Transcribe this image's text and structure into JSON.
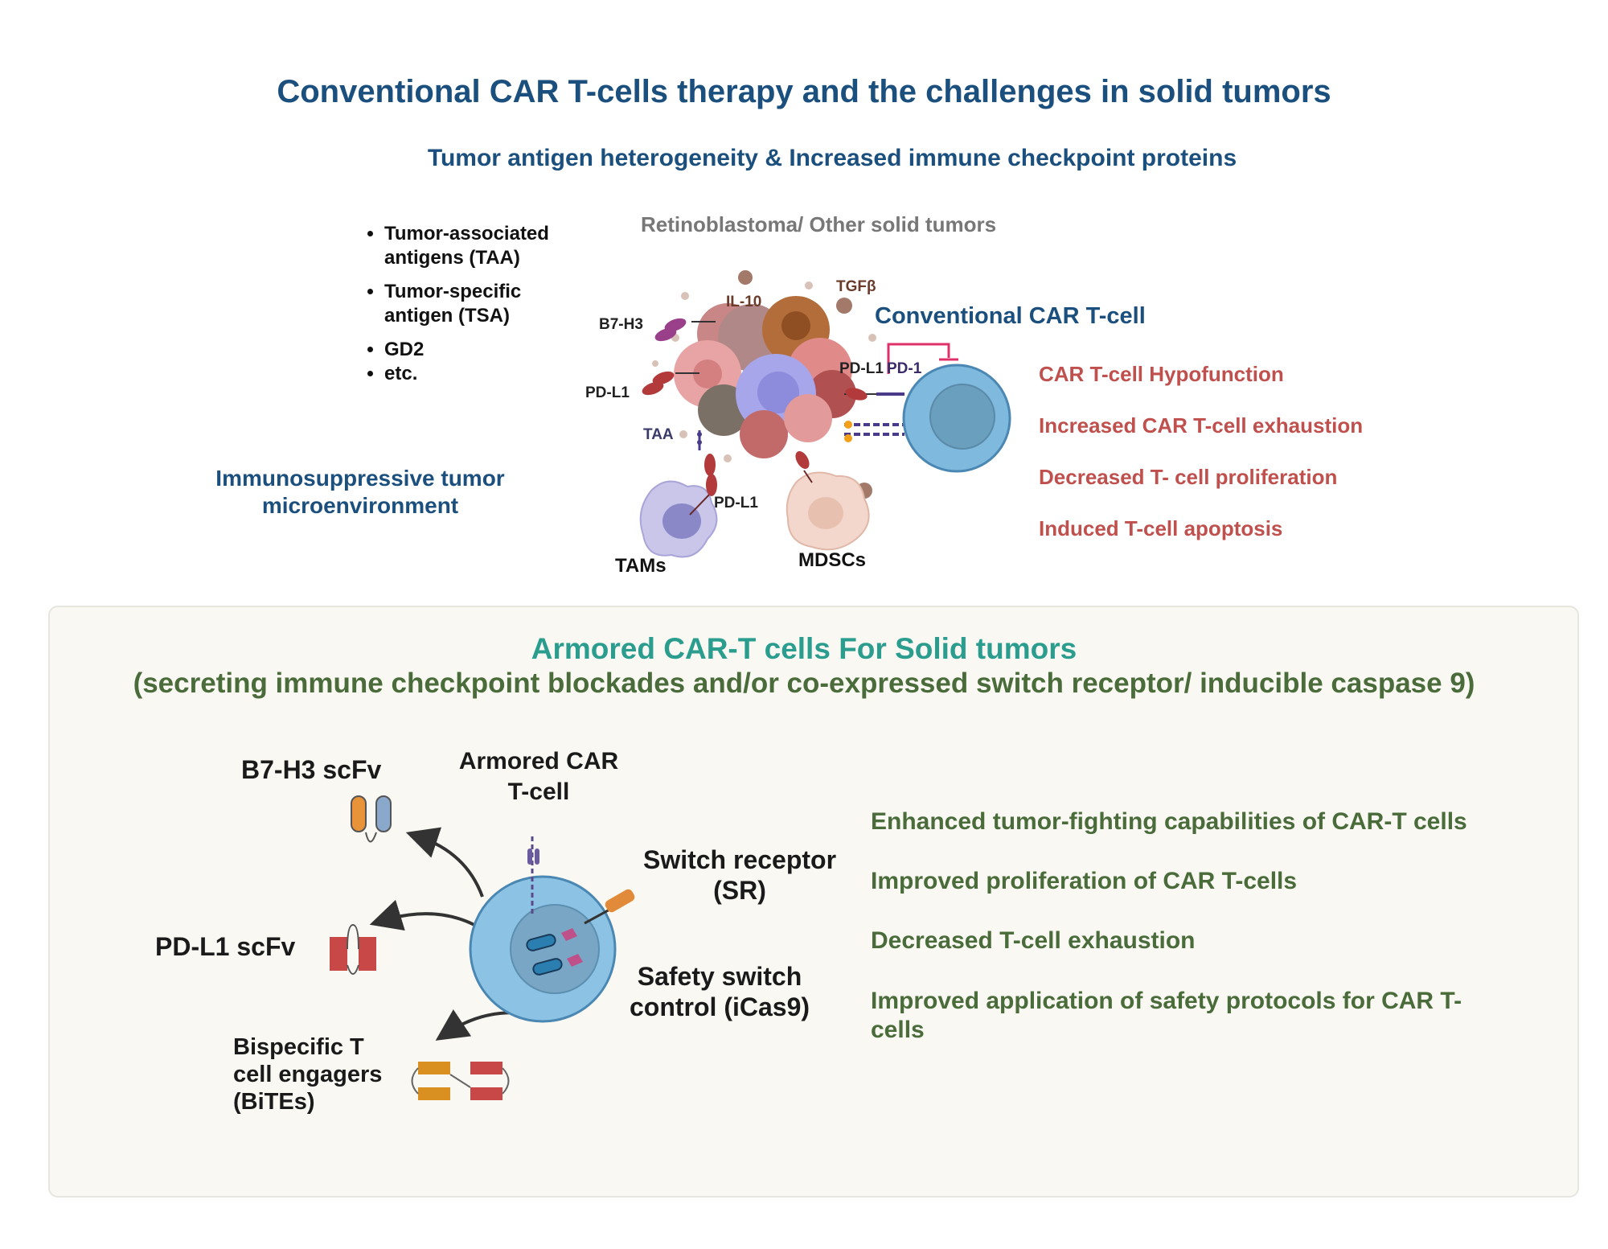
{
  "header": {
    "title": "Conventional CAR T-cells therapy and the challenges in solid tumors",
    "subtitle": "Tumor antigen heterogeneity & Increased immune checkpoint proteins"
  },
  "antigens": {
    "items": [
      "Tumor-associated antigens (TAA)",
      "Tumor-specific antigen (TSA)",
      "GD2",
      "etc."
    ]
  },
  "tumor": {
    "caption": "Retinoblastoma/ Other solid tumors",
    "tme_label": "Immunosuppressive  tumor microenvironment",
    "labels": {
      "b7h3": "B7-H3",
      "il10": "IL-10",
      "tgfb": "TGFβ",
      "pdl1_left": "PD-L1",
      "pdl1_right": "PD-L1",
      "pd1": "PD-1",
      "taa": "TAA",
      "pdl1_tam": "PD-L1",
      "tams": "TAMs",
      "mdscs": "MDSCs"
    }
  },
  "conventional": {
    "label": "Conventional CAR T-cell",
    "effects": [
      "CAR T-cell Hypofunction",
      "Increased CAR T-cell exhaustion",
      "Decreased T- cell proliferation",
      "Induced T-cell apoptosis"
    ]
  },
  "armored": {
    "title": "Armored CAR-T cells For Solid tumors",
    "subtitle": "(secreting immune checkpoint blockades and/or co-expressed switch receptor/ inducible caspase 9)",
    "cell_label": "Armored CAR T-cell",
    "b7h3_scfv": "B7-H3 scFv",
    "pdl1_scfv": "PD-L1 scFv",
    "bites": "Bispecific T cell engagers (BiTEs)",
    "switch_receptor": "Switch receptor (SR)",
    "safety_switch": "Safety switch control (iCas9)",
    "benefits": [
      "Enhanced tumor-fighting capabilities of CAR-T cells",
      "Improved proliferation of CAR T-cells",
      "Decreased T-cell exhaustion",
      "Improved application of safety protocols for CAR T-cells"
    ]
  },
  "colors": {
    "title_blue": "#1b4f7e",
    "effect_red": "#c0504d",
    "benefit_green": "#4a6b3a",
    "armored_teal": "#2a9d8f"
  }
}
